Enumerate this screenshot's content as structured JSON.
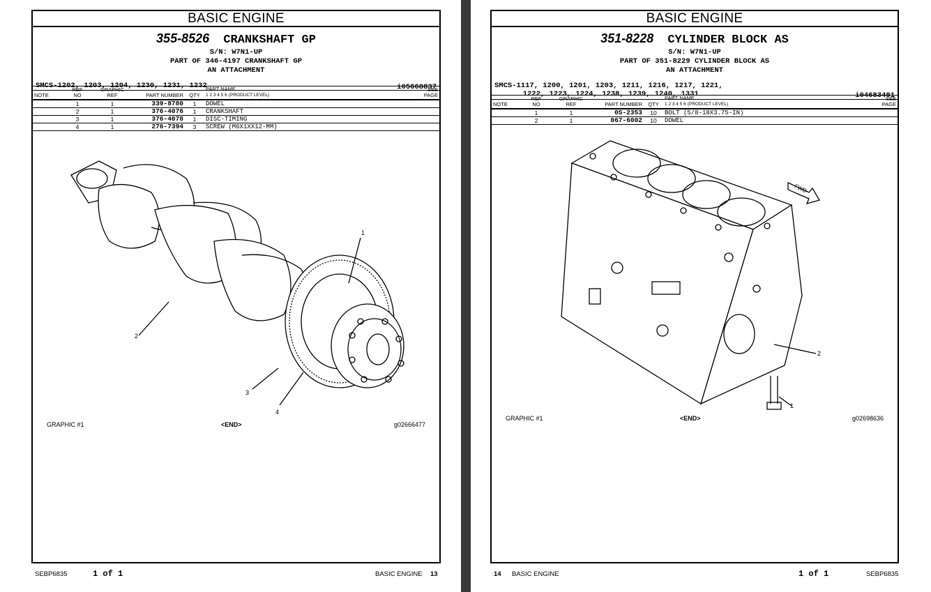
{
  "left_page": {
    "section": "BASIC ENGINE",
    "group_number": "355-8526",
    "group_name": "CRANKSHAFT GP",
    "serial": "S/N: W7N1-UP",
    "part_of": "PART OF 346-4197 CRANKSHAFT GP",
    "attachment": "AN ATTACHMENT",
    "smcs_line1": "SMCS-1202, 1203, 1204, 1230, 1231, 1232",
    "smcs_line2": "",
    "illustration_id": "i05668837",
    "columns": {
      "note": "NOTE",
      "ref_no_top": "REF",
      "ref_no_bottom": "NO",
      "graphic_ref_top": "GRAPHIC",
      "graphic_ref_bottom": "REF",
      "part_number": "PART NUMBER",
      "qty": "QTY",
      "part_name": "PART NAME",
      "levels": "1 2 3 4 5 6",
      "product_level": "(PRODUCT LEVEL)",
      "see_top": "SEE",
      "see_bottom": "PAGE"
    },
    "rows": [
      {
        "note": "",
        "ref": "1",
        "graphic": "1",
        "part_number": "339-8780",
        "qty": "1",
        "name": "DOWEL"
      },
      {
        "note": "",
        "ref": "2",
        "graphic": "1",
        "part_number": "376-4076",
        "qty": "1",
        "name": "CRANKSHAFT"
      },
      {
        "note": "",
        "ref": "3",
        "graphic": "1",
        "part_number": "376-4078",
        "qty": "1",
        "name": "DISC-TIMING"
      },
      {
        "note": "",
        "ref": "4",
        "graphic": "1",
        "part_number": "276-7394",
        "qty": "3",
        "name": "SCREW (M6X1XX12-MM)"
      }
    ],
    "callouts": [
      "1",
      "2",
      "3",
      "4"
    ],
    "graphic_label": "GRAPHIC #1",
    "end_marker": "<END>",
    "graphic_id": "g02666477",
    "footer_doc": "SEBP6835",
    "footer_pages": "1 of 1",
    "footer_section": "BASIC ENGINE",
    "footer_page_no": "13"
  },
  "right_page": {
    "section": "BASIC ENGINE",
    "group_number": "351-8228",
    "group_name": "CYLINDER BLOCK AS",
    "serial": "S/N: W7N1-UP",
    "part_of": "PART OF 351-8229 CYLINDER BLOCK AS",
    "attachment": "AN ATTACHMENT",
    "smcs_line1": "SMCS-1117, 1200, 1201, 1203, 1211, 1216, 1217, 1221,",
    "smcs_line2": "1222, 1223, 1224, 1238, 1239, 1240, 1331",
    "illustration_id": "i04683491",
    "columns": {
      "note": "NOTE",
      "ref_no_top": "REF",
      "ref_no_bottom": "NO",
      "graphic_ref_top": "GRAPHIC",
      "graphic_ref_bottom": "REF",
      "part_number": "PART NUMBER",
      "qty": "QTY",
      "part_name": "PART NAME",
      "levels": "1 2 3 4 5 6",
      "product_level": "(PRODUCT LEVEL)",
      "see_top": "SEE",
      "see_bottom": "PAGE"
    },
    "rows": [
      {
        "note": "",
        "ref": "1",
        "graphic": "1",
        "part_number": "0S-2353",
        "qty": "10",
        "name": "BOLT (5/8-18X3.75-IN)"
      },
      {
        "note": "",
        "ref": "2",
        "graphic": "1",
        "part_number": "067-6002",
        "qty": "10",
        "name": "DOWEL"
      }
    ],
    "callouts": [
      "1",
      "2"
    ],
    "fwd_label": "FWD",
    "graphic_label": "GRAPHIC #1",
    "end_marker": "<END>",
    "graphic_id": "g02698636",
    "footer_page_no": "14",
    "footer_section": "BASIC ENGINE",
    "footer_pages": "1 of 1",
    "footer_doc": "SEBP6835"
  }
}
